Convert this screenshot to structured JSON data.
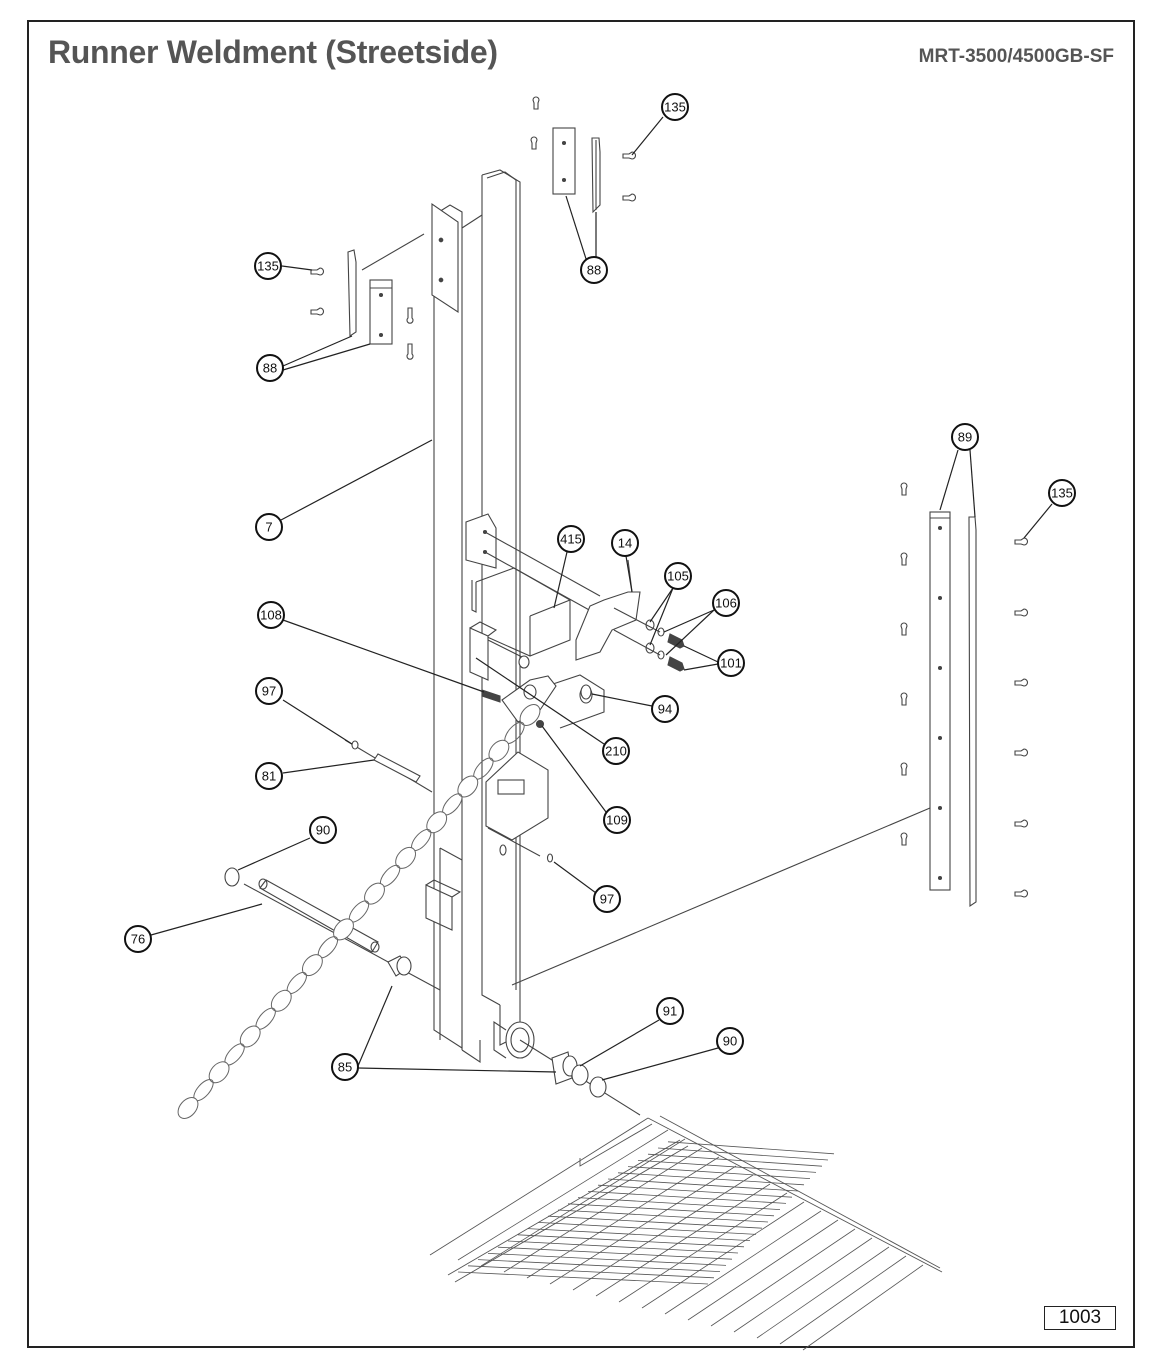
{
  "header": {
    "title": "Runner Weldment (Streetside)",
    "model": "MRT-3500/4500GB-SF"
  },
  "footer": {
    "page_number": "1003"
  },
  "callouts": [
    {
      "id": "c135a",
      "label": "135"
    },
    {
      "id": "c88a",
      "label": "88"
    },
    {
      "id": "c135b",
      "label": "135"
    },
    {
      "id": "c88b",
      "label": "88"
    },
    {
      "id": "c7",
      "label": "7"
    },
    {
      "id": "c89",
      "label": "89"
    },
    {
      "id": "c135c",
      "label": "135"
    },
    {
      "id": "c415",
      "label": "415"
    },
    {
      "id": "c14",
      "label": "14"
    },
    {
      "id": "c105",
      "label": "105"
    },
    {
      "id": "c106",
      "label": "106"
    },
    {
      "id": "c101",
      "label": "101"
    },
    {
      "id": "c108",
      "label": "108"
    },
    {
      "id": "c94",
      "label": "94"
    },
    {
      "id": "c210",
      "label": "210"
    },
    {
      "id": "c97a",
      "label": "97"
    },
    {
      "id": "c81",
      "label": "81"
    },
    {
      "id": "c109",
      "label": "109"
    },
    {
      "id": "c90a",
      "label": "90"
    },
    {
      "id": "c97b",
      "label": "97"
    },
    {
      "id": "c76",
      "label": "76"
    },
    {
      "id": "c91",
      "label": "91"
    },
    {
      "id": "c90b",
      "label": "90"
    },
    {
      "id": "c85",
      "label": "85"
    }
  ],
  "colors": {
    "line": "#333333",
    "title": "#555555",
    "part_fill": "#ffffff",
    "chain": "#888888"
  }
}
